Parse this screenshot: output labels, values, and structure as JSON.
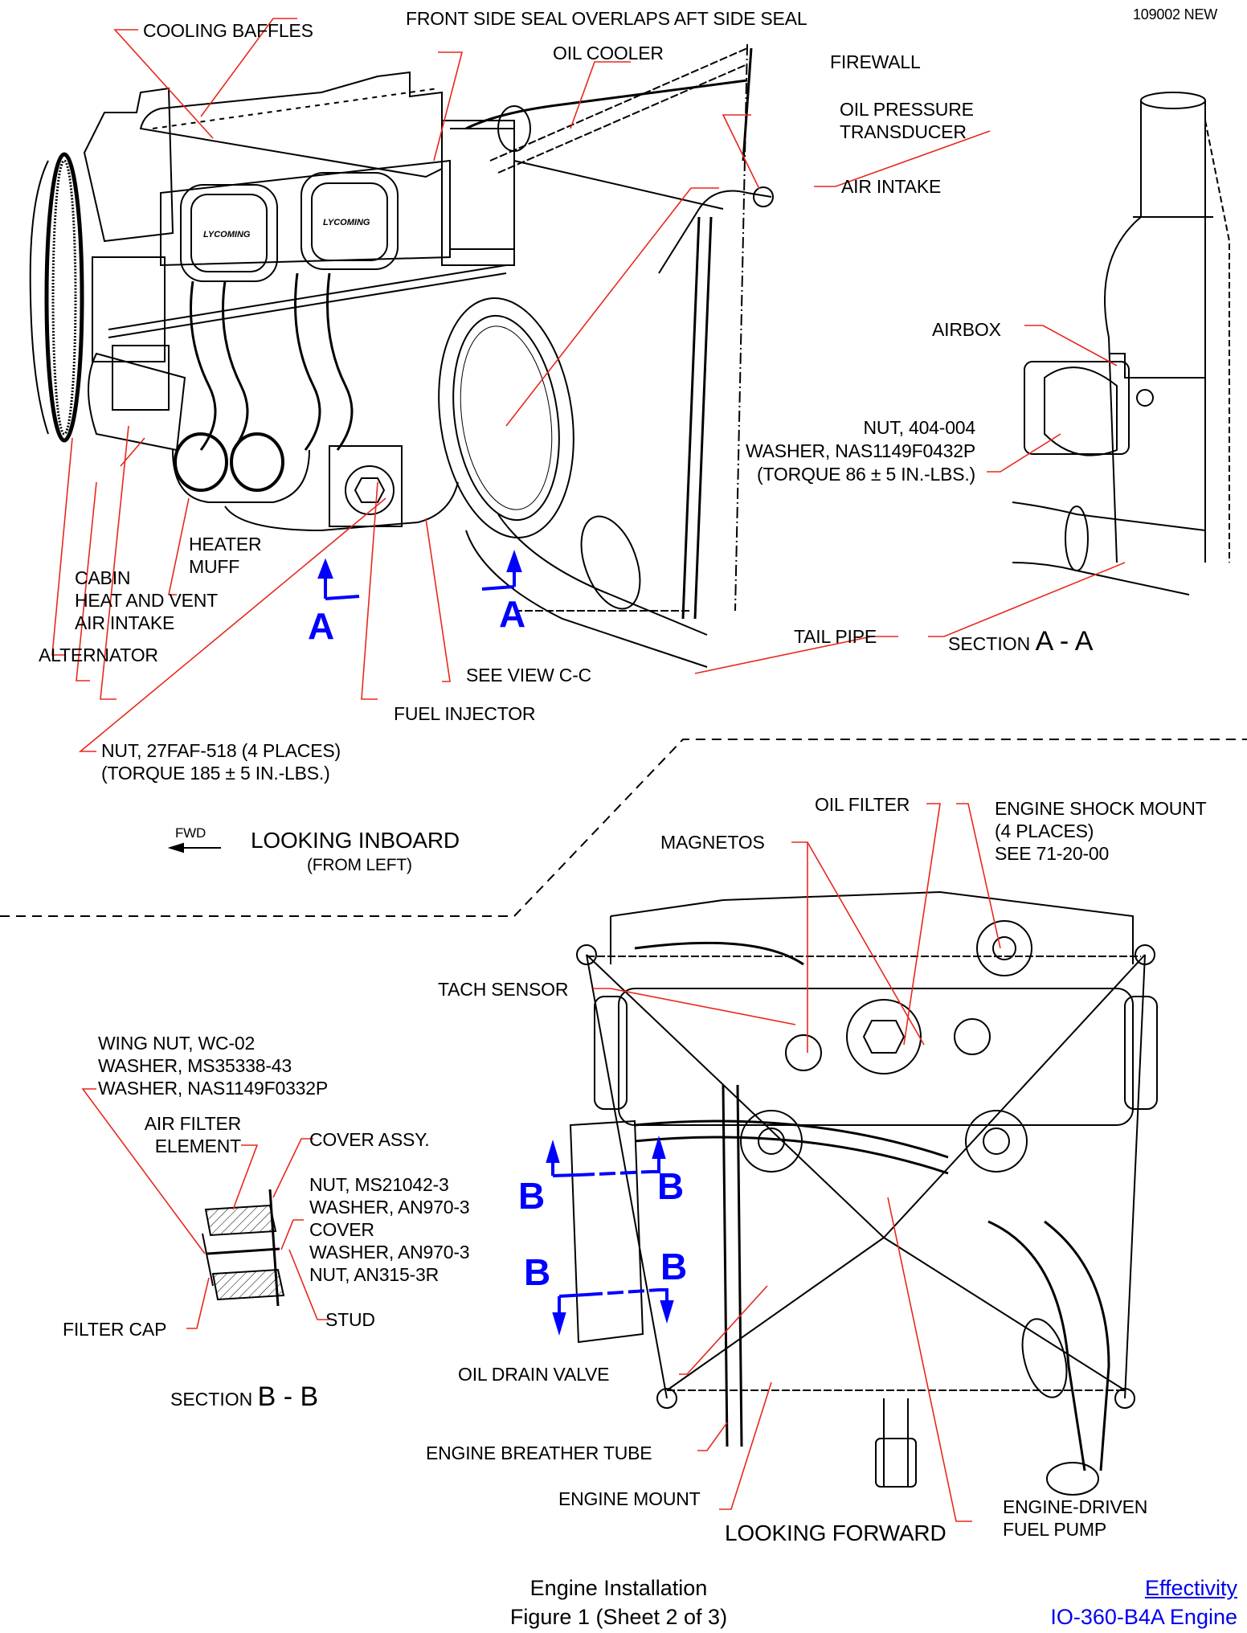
{
  "drawing_id": "109002 NEW",
  "colors": {
    "leader_line": "#e8281e",
    "section_marker": "#0000ff",
    "link": "#0000ee",
    "line_art": "#000000"
  },
  "view_inboard": {
    "title": "LOOKING INBOARD",
    "subtitle": "(FROM LEFT)",
    "fwd_label": "FWD",
    "callouts": {
      "cooling_baffles": "COOLING BAFFLES",
      "front_side_seal": "FRONT SIDE SEAL OVERLAPS AFT SIDE SEAL",
      "oil_cooler": "OIL COOLER",
      "firewall": "FIREWALL",
      "oil_pressure_transducer": [
        "OIL PRESSURE",
        "TRANSDUCER"
      ],
      "air_intake": "AIR INTAKE",
      "heater_muff": [
        "HEATER",
        "MUFF"
      ],
      "cabin_heat": [
        "CABIN",
        "HEAT AND VENT",
        "AIR INTAKE"
      ],
      "alternator": "ALTERNATOR",
      "see_view_cc": "SEE VIEW C-C",
      "fuel_injector": "FUEL INJECTOR",
      "nut_27faf": [
        "NUT, 27FAF-518 (4 PLACES)",
        "(TORQUE 185 ± 5 IN.-LBS.)"
      ]
    },
    "section_markers": [
      "A",
      "A"
    ]
  },
  "section_aa": {
    "title_word": "SECTION",
    "title_letters": "A - A",
    "callouts": {
      "airbox": "AIRBOX",
      "nut_404": [
        "NUT, 404-004",
        "WASHER, NAS1149F0432P",
        "(TORQUE 86 ± 5  IN.-LBS.)"
      ],
      "tail_pipe": "TAIL PIPE"
    }
  },
  "view_forward": {
    "title": "LOOKING FORWARD",
    "callouts": {
      "oil_filter": "OIL FILTER",
      "engine_shock_mount": [
        "ENGINE SHOCK MOUNT",
        "(4 PLACES)",
        "SEE 71-20-00"
      ],
      "magnetos": "MAGNETOS",
      "tach_sensor": "TACH SENSOR",
      "oil_drain_valve": "OIL DRAIN VALVE",
      "engine_breather_tube": "ENGINE BREATHER TUBE",
      "engine_mount": "ENGINE MOUNT",
      "engine_driven_fuel_pump": [
        "ENGINE-DRIVEN",
        "FUEL PUMP"
      ]
    },
    "section_markers": [
      "B",
      "B",
      "B",
      "B"
    ]
  },
  "section_bb": {
    "title_word": "SECTION",
    "title_letters": "B - B",
    "callouts": {
      "wing_nut_group": [
        "WING NUT, WC-02",
        "WASHER, MS35338-43",
        "WASHER, NAS1149F0332P"
      ],
      "air_filter_element": [
        "AIR FILTER",
        "ELEMENT"
      ],
      "cover_assy": "COVER ASSY.",
      "nut_group": [
        "NUT, MS21042-3",
        "WASHER, AN970-3",
        "COVER",
        "WASHER, AN970-3",
        "NUT, AN315-3R"
      ],
      "filter_cap": "FILTER CAP",
      "stud": "STUD"
    }
  },
  "footer": {
    "caption_line1": "Engine Installation",
    "caption_line2": "Figure 1 (Sheet 2 of 3)",
    "effectivity_link": "Effectivity",
    "effectivity_value": "IO-360-B4A Engine"
  }
}
